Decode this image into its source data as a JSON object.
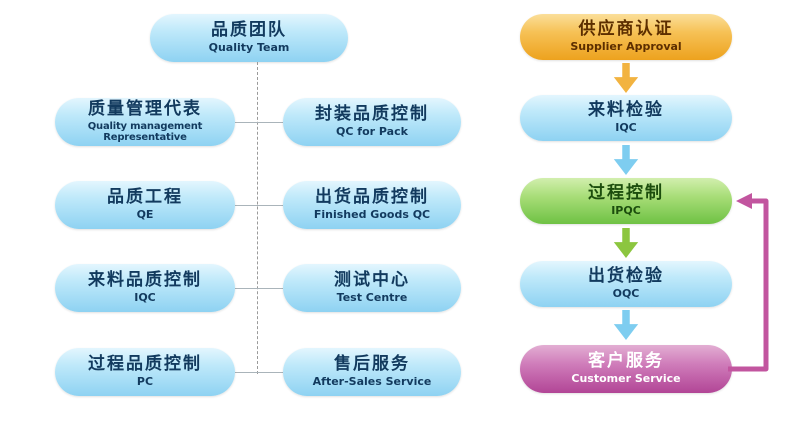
{
  "org_chart": {
    "root": {
      "zh": "品质团队",
      "en": "Quality  Team"
    },
    "rows": [
      {
        "left": {
          "zh": "质量管理代表",
          "en": "Quality management Representative"
        },
        "right": {
          "zh": "封装品质控制",
          "en": "QC  for  Pack"
        }
      },
      {
        "left": {
          "zh": "品质工程",
          "en": "QE"
        },
        "right": {
          "zh": "出货品质控制",
          "en": "Finished Goods QC"
        }
      },
      {
        "left": {
          "zh": "来料品质控制",
          "en": "IQC"
        },
        "right": {
          "zh": "测试中心",
          "en": "Test Centre"
        }
      },
      {
        "left": {
          "zh": "过程品质控制",
          "en": "PC"
        },
        "right": {
          "zh": "售后服务",
          "en": "After-Sales Service"
        }
      }
    ]
  },
  "flow_chart": {
    "steps": [
      {
        "zh": "供应商认证",
        "en": "Supplier Approval",
        "color": "orange"
      },
      {
        "zh": "来料检验",
        "en": "IQC",
        "color": "blue"
      },
      {
        "zh": "过程控制",
        "en": "IPQC",
        "color": "green"
      },
      {
        "zh": "出货检验",
        "en": "OQC",
        "color": "blue"
      },
      {
        "zh": "客户服务",
        "en": "Customer Service",
        "color": "magenta"
      }
    ],
    "feedback": "Customer Service loops back to IPQC"
  },
  "colors": {
    "blue_pill": "#8ed2f2",
    "orange_pill": "#eda21e",
    "green_pill": "#6fc244",
    "magenta_pill": "#b24596",
    "arrow_orange": "#f2b340",
    "arrow_blue": "#7ecdf0",
    "arrow_green": "#8cc63f",
    "feedback_line": "#c2559f",
    "dashed_line": "#9a9a9a"
  }
}
